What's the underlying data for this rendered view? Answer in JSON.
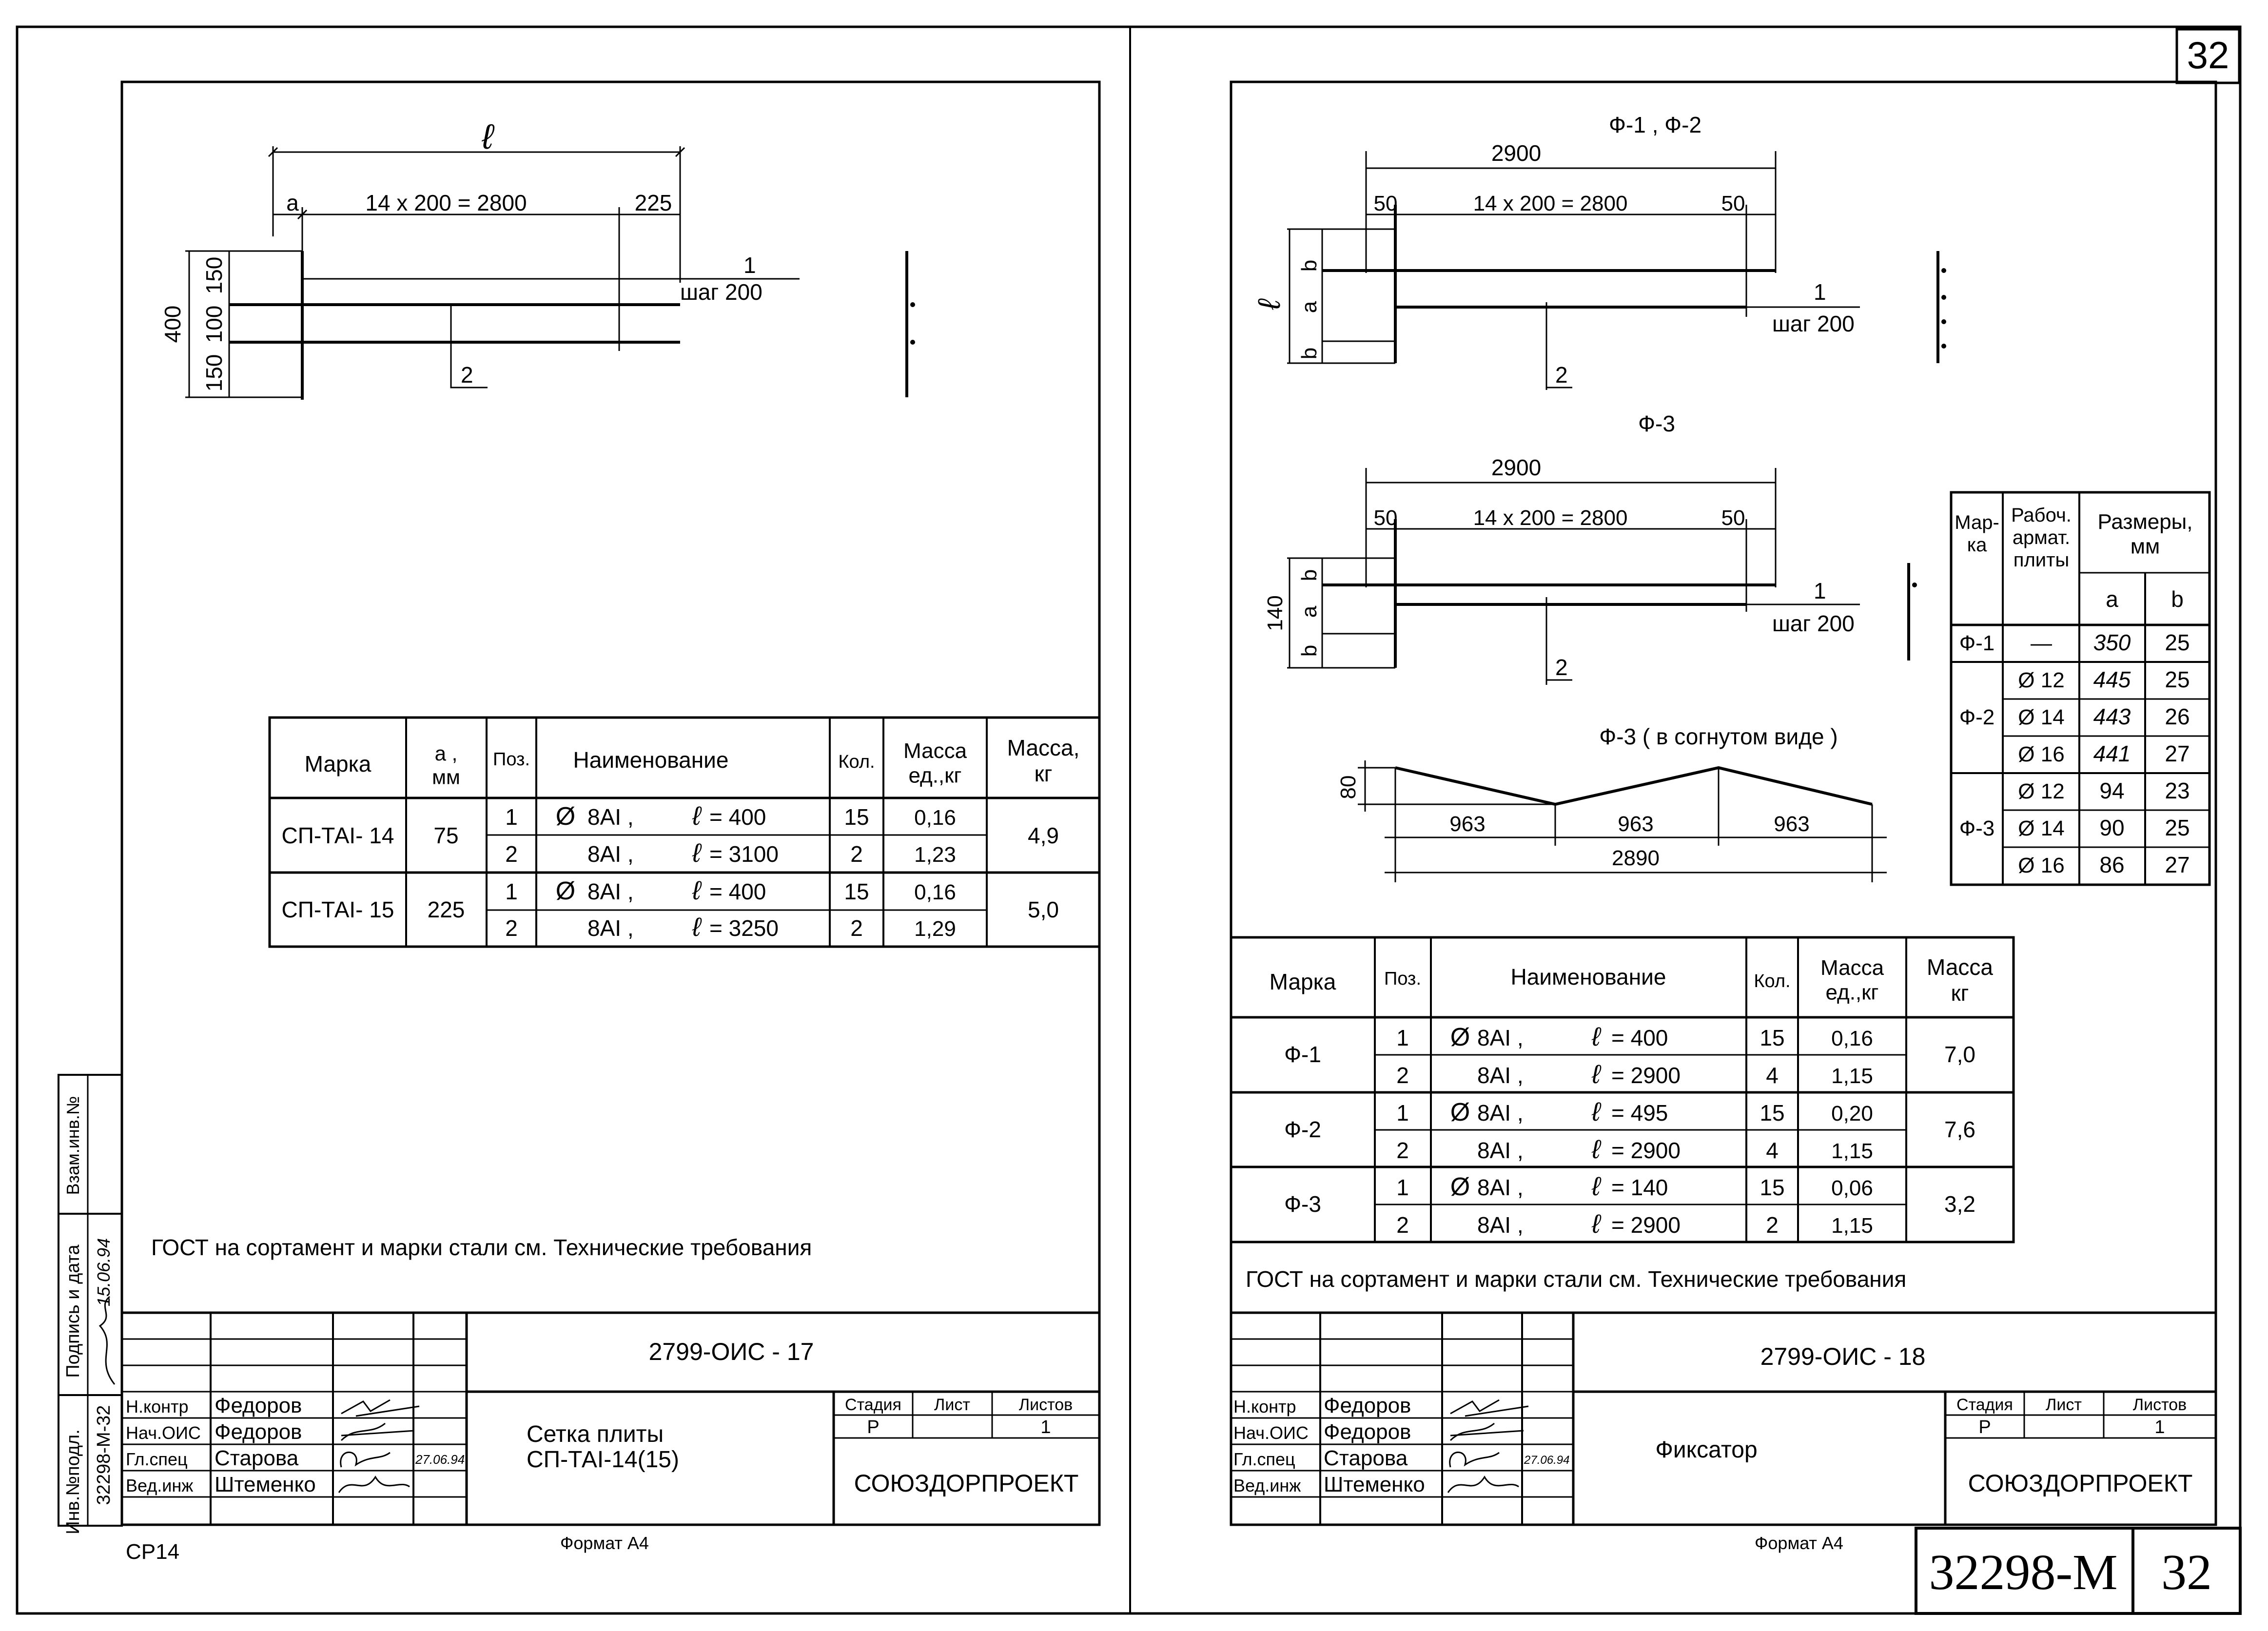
{
  "sheet_corner_number": "32",
  "left_sheet": {
    "drawing": {
      "overall_length": "ℓ",
      "dim_a": "a",
      "dim_pitch": "14 x 200 = 2800",
      "dim_end": "225",
      "dim_total_height": "400",
      "dim_150_top": "150",
      "dim_100": "100",
      "dim_150_bottom": "150",
      "callout_1": "1",
      "callout_step": "шаг 200",
      "callout_2": "2"
    },
    "spec_table": {
      "headers": {
        "mark": "Марка",
        "a_mm": "а ,\nмм",
        "pos": "Поз.",
        "name": "Наименование",
        "qty": "Кол.",
        "unit_mass": "Масса\nед.,кг",
        "mass": "Масса,\nкг"
      },
      "groups": [
        {
          "mark": "СП-ТАI- 14",
          "a": "75",
          "mass": "4,9",
          "rows": [
            {
              "pos": "1",
              "dia": "Ø",
              "name": "8АI ,",
              "lsym": "ℓ",
              "lval": "= 400",
              "qty": "15",
              "unit": "0,16"
            },
            {
              "pos": "2",
              "dia": "",
              "name": "8АI ,",
              "lsym": "ℓ",
              "lval": "= 3100",
              "qty": "2",
              "unit": "1,23"
            }
          ]
        },
        {
          "mark": "СП-ТАI- 15",
          "a": "225",
          "mass": "5,0",
          "rows": [
            {
              "pos": "1",
              "dia": "Ø",
              "name": "8АI ,",
              "lsym": "ℓ",
              "lval": "= 400",
              "qty": "15",
              "unit": "0,16"
            },
            {
              "pos": "2",
              "dia": "",
              "name": "8АI ,",
              "lsym": "ℓ",
              "lval": "= 3250",
              "qty": "2",
              "unit": "1,29"
            }
          ]
        }
      ]
    },
    "note": "ГОСТ на сортамент и марки стали см. Технические требования",
    "side_stamp": {
      "replaced_inv": "Взам.инв.№",
      "signature_date": "Подпись и дата",
      "inv_orig": "Инв.№подл.",
      "inv_value": "32298-М-32",
      "sig_date_value": "15.06.94"
    },
    "title_block": {
      "doc_code": "2799-ОИС - 17",
      "title_line1": "Сетка плиты",
      "title_line2": "СП-ТАI-14(15)",
      "stage_label": "Стадия",
      "sheet_label": "Лист",
      "sheets_label": "Листов",
      "stage": "Р",
      "sheet": "",
      "sheets": "1",
      "org": "СОЮЗДОРПРОЕКТ",
      "roles": [
        "Н.контр",
        "Нач.ОИС",
        "Гл.спец",
        "Вед.инж"
      ],
      "names": [
        "Федоров",
        "Федоров",
        "Старова",
        "Штеменко"
      ],
      "date": "27.06.94"
    },
    "format": "Формат А4",
    "footer_code": "СР14"
  },
  "right_sheet": {
    "drawing": {
      "title_f12": "Ф-1 , Ф-2",
      "title_f3": "Ф-3",
      "title_bent": "Ф-3 ( в согнутом виде )",
      "dim_2900": "2900",
      "dim_50": "50",
      "dim_pitch": "14 x 200 = 2800",
      "dim_l": "ℓ",
      "dim_a": "a",
      "dim_b": "b",
      "dim_140": "140",
      "callout_1": "1",
      "callout_step": "шаг 200",
      "callout_2": "2",
      "bent_80": "80",
      "bent_seg": "963",
      "bent_total": "2890"
    },
    "size_table": {
      "headers": {
        "mark": "Мар-\nка",
        "rebar": "Рабоч.\nармат.\nплиты",
        "sizes": "Размеры,\nмм",
        "a": "а",
        "b": "b"
      },
      "rows": [
        {
          "mark": "Ф-1",
          "rebar": "—",
          "a": "350",
          "b": "25"
        },
        {
          "mark": "Ф-2",
          "rebar": "Ø 12",
          "a": "445",
          "b": "25"
        },
        {
          "mark": "",
          "rebar": "Ø 14",
          "a": "443",
          "b": "26"
        },
        {
          "mark": "",
          "rebar": "Ø 16",
          "a": "441",
          "b": "27"
        },
        {
          "mark": "Ф-3",
          "rebar": "Ø 12",
          "a": "94",
          "b": "23"
        },
        {
          "mark": "",
          "rebar": "Ø 14",
          "a": "90",
          "b": "25"
        },
        {
          "mark": "",
          "rebar": "Ø 16",
          "a": "86",
          "b": "27"
        }
      ]
    },
    "spec_table": {
      "headers": {
        "mark": "Марка",
        "pos": "Поз.",
        "name": "Наименование",
        "qty": "Кол.",
        "unit_mass": "Масса\nед.,кг",
        "mass": "Масса\nкг"
      },
      "groups": [
        {
          "mark": "Ф-1",
          "mass": "7,0",
          "rows": [
            {
              "pos": "1",
              "dia": "Ø",
              "name": "8АI ,",
              "lsym": "ℓ",
              "lval": "= 400",
              "qty": "15",
              "unit": "0,16"
            },
            {
              "pos": "2",
              "dia": "",
              "name": "8АI ,",
              "lsym": "ℓ",
              "lval": "= 2900",
              "qty": "4",
              "unit": "1,15"
            }
          ]
        },
        {
          "mark": "Ф-2",
          "mass": "7,6",
          "rows": [
            {
              "pos": "1",
              "dia": "Ø",
              "name": "8АI ,",
              "lsym": "ℓ",
              "lval": "= 495",
              "qty": "15",
              "unit": "0,20"
            },
            {
              "pos": "2",
              "dia": "",
              "name": "8АI ,",
              "lsym": "ℓ",
              "lval": "= 2900",
              "qty": "4",
              "unit": "1,15"
            }
          ]
        },
        {
          "mark": "Ф-3",
          "mass": "3,2",
          "rows": [
            {
              "pos": "1",
              "dia": "Ø",
              "name": "8АI ,",
              "lsym": "ℓ",
              "lval": "= 140",
              "qty": "15",
              "unit": "0,06"
            },
            {
              "pos": "2",
              "dia": "",
              "name": "8АI ,",
              "lsym": "ℓ",
              "lval": "= 2900",
              "qty": "2",
              "unit": "1,15"
            }
          ]
        }
      ]
    },
    "note": "ГОСТ на сортамент и марки стали см. Технические требования",
    "title_block": {
      "doc_code": "2799-ОИС - 18",
      "title": "Фиксатор",
      "stage_label": "Стадия",
      "sheet_label": "Лист",
      "sheets_label": "Листов",
      "stage": "Р",
      "sheet": "",
      "sheets": "1",
      "org": "СОЮЗДОРПРОЕКТ",
      "roles": [
        "Н.контр",
        "Нач.ОИС",
        "Гл.спец",
        "Вед.инж"
      ],
      "names": [
        "Федоров",
        "Федоров",
        "Старова",
        "Штеменко"
      ],
      "date": "27.06.94"
    },
    "format": "Формат А4",
    "album_code": "32298-М",
    "album_page": "32"
  }
}
